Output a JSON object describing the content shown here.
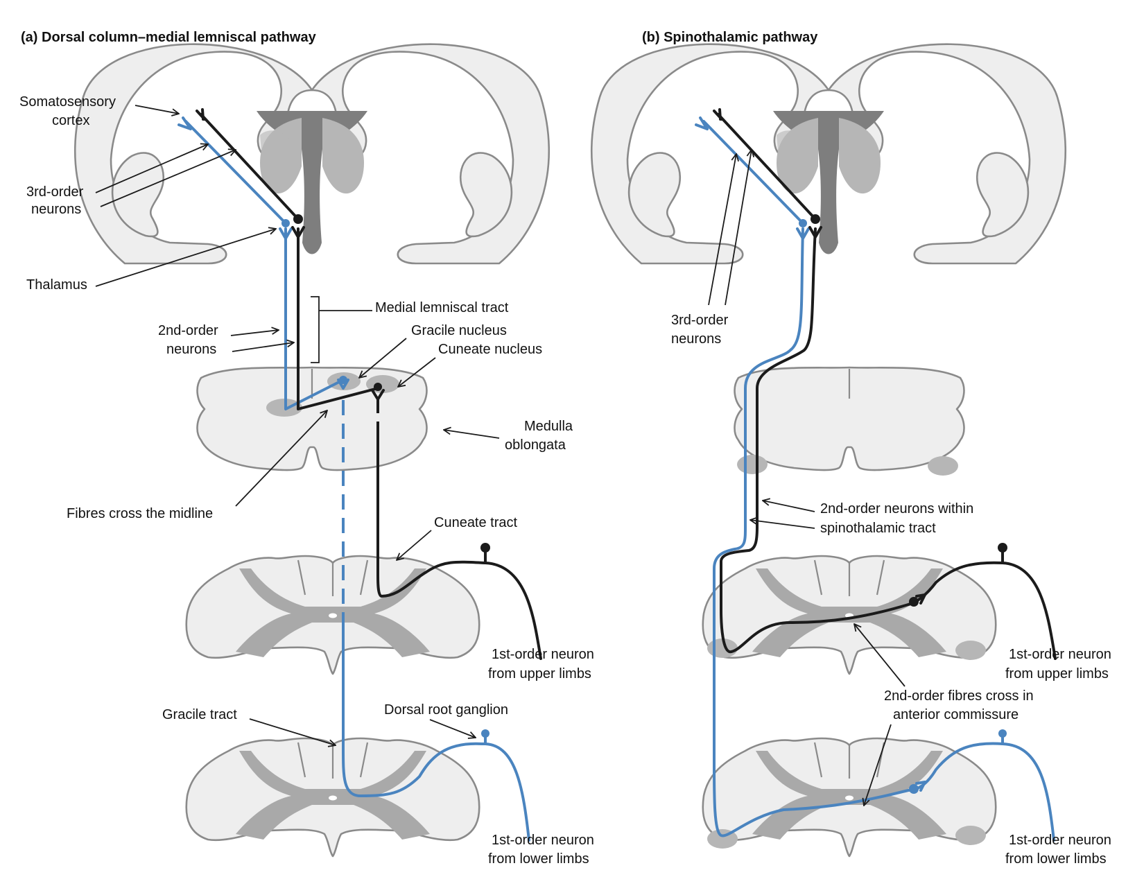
{
  "panels": {
    "a": {
      "title": "(a) Dorsal column–medial lemniscal pathway",
      "labels": {
        "somatosensory_cortex_1": "Somatosensory",
        "somatosensory_cortex_2": "cortex",
        "third_order_1": "3rd-order",
        "third_order_2": "neurons",
        "thalamus": "Thalamus",
        "medial_lemniscal_tract": "Medial lemniscal tract",
        "second_order_1": "2nd-order",
        "second_order_2": "neurons",
        "gracile_nucleus": "Gracile nucleus",
        "cuneate_nucleus": "Cuneate nucleus",
        "medulla_1": "Medulla",
        "medulla_2": "oblongata",
        "fibres_cross": "Fibres cross the midline",
        "cuneate_tract": "Cuneate tract",
        "first_upper_1": "1st-order neuron",
        "first_upper_2": "from upper limbs",
        "gracile_tract": "Gracile tract",
        "drg": "Dorsal root ganglion",
        "first_lower_1": "1st-order neuron",
        "first_lower_2": "from lower limbs"
      }
    },
    "b": {
      "title": "(b) Spinothalamic pathway",
      "labels": {
        "third_order_1": "3rd-order",
        "third_order_2": "neurons",
        "second_within_1": "2nd-order neurons within",
        "second_within_2": "spinothalamic tract",
        "first_upper_1": "1st-order neuron",
        "first_upper_2": "from upper limbs",
        "cross_1": "2nd-order fibres cross in",
        "cross_2": "anterior commissure",
        "first_lower_1": "1st-order neuron",
        "first_lower_2": "from lower limbs"
      }
    }
  },
  "colors": {
    "upper_limb_pathway": "#1b1b1b",
    "lower_limb_pathway": "#4a84bf",
    "tissue_fill": "#eeeeee",
    "tissue_outline": "#8a8a8a",
    "grey_matter": "#a9a9a9"
  }
}
